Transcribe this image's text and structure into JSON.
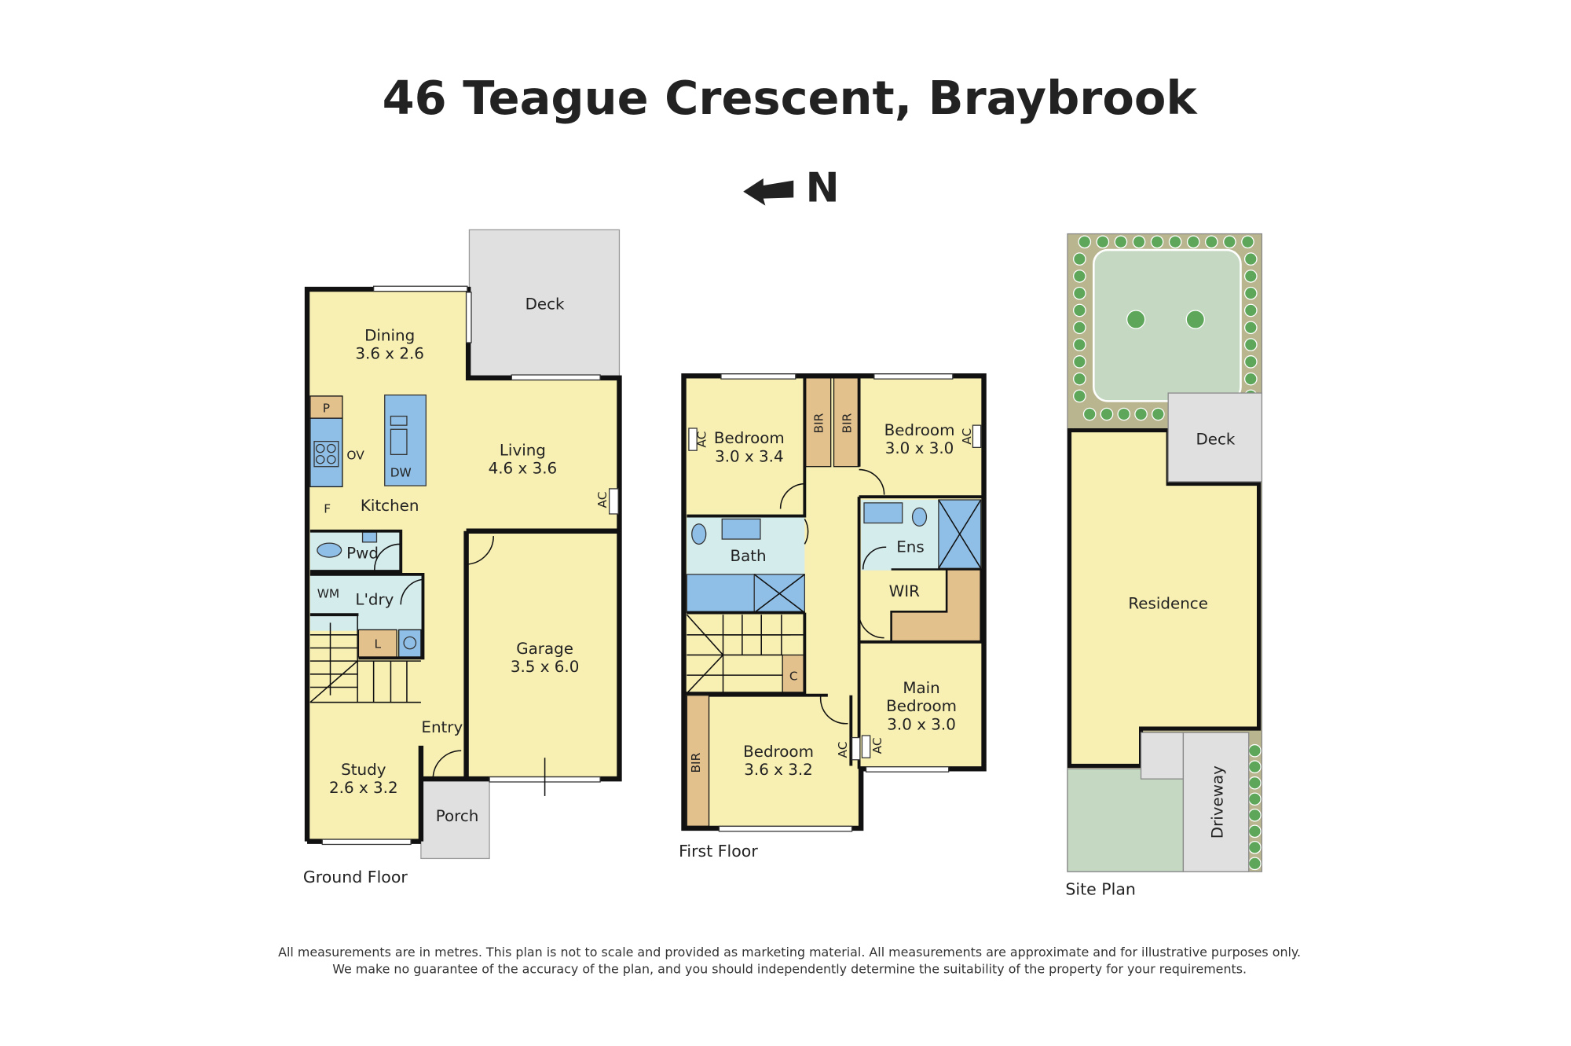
{
  "title": "46 Teague Crescent, Braybrook",
  "north_label": "N",
  "ground_floor": {
    "label": "Ground Floor",
    "deck": "Deck",
    "dining": {
      "name": "Dining",
      "size": "3.6 x 2.6"
    },
    "living": {
      "name": "Living",
      "size": "4.6 x 3.6"
    },
    "kitchen": "Kitchen",
    "pantry": "P",
    "oven": "OV",
    "dishwasher": "DW",
    "fridge": "F",
    "ac": "AC",
    "powder": "Pwd",
    "laundry": "L'dry",
    "washing_machine": "WM",
    "linen": "L",
    "garage": {
      "name": "Garage",
      "size": "3.5 x 6.0"
    },
    "entry": "Entry",
    "study": {
      "name": "Study",
      "size": "2.6 x 3.2"
    },
    "porch": "Porch"
  },
  "first_floor": {
    "label": "First Floor",
    "bedroom_nw": {
      "name": "Bedroom",
      "size": "3.0 x 3.4"
    },
    "bedroom_ne": {
      "name": "Bedroom",
      "size": "3.0 x 3.0"
    },
    "bedroom_sw": {
      "name": "Bedroom",
      "size": "3.6 x 3.2"
    },
    "main_bedroom": {
      "name1": "Main",
      "name2": "Bedroom",
      "size": "3.0 x 3.0"
    },
    "bir": "BIR",
    "ac": "AC",
    "bath": "Bath",
    "ensuite": "Ens",
    "wir": "WIR",
    "cupboard": "C"
  },
  "site_plan": {
    "label": "Site Plan",
    "deck": "Deck",
    "residence": "Residence",
    "driveway": "Driveway"
  },
  "disclaimer": [
    "All measurements are in metres. This plan is not to scale and provided as marketing material. All measurements are approximate and for illustrative purposes only.",
    "We make no guarantee of the accuracy of the plan, and you should independently determine the suitability of the property for your requirements."
  ],
  "colors": {
    "room": "#f8efb3",
    "wet": "#d5ecec",
    "fixture": "#8fbfe6",
    "joinery": "#e3c18d",
    "outdoor": "#e0e0e0",
    "garden": "#c5d8c2",
    "tree": "#5ea75a"
  }
}
